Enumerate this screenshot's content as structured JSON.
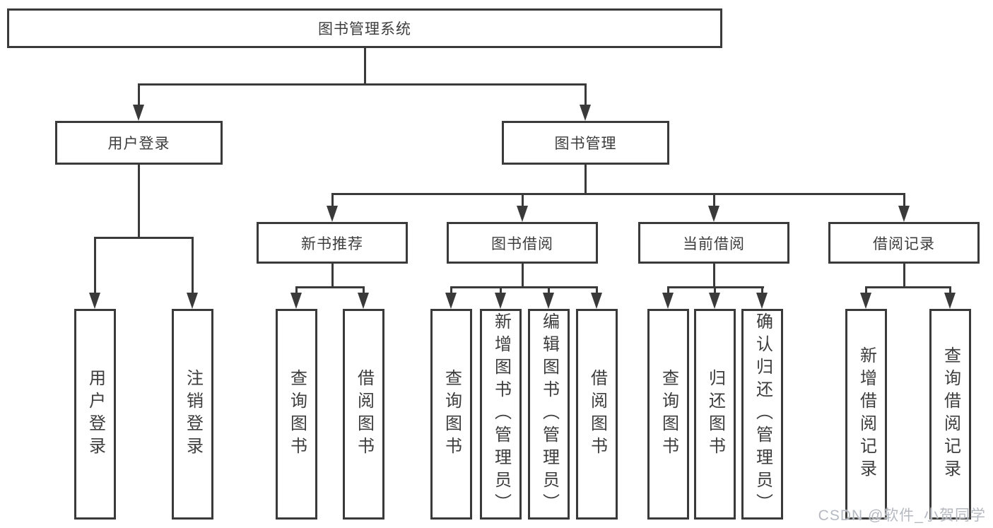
{
  "diagram": {
    "root": "图书管理系统",
    "level2": {
      "user_login": "用户登录",
      "book_management": "图书管理"
    },
    "level3": {
      "new_book_recommend": "新书推荐",
      "book_borrow": "图书借阅",
      "current_borrow": "当前借阅",
      "borrow_records": "借阅记录"
    },
    "leaves": {
      "user_login": [
        "用户登录",
        "注销登录"
      ],
      "new_book_recommend": [
        "查询图书",
        "借阅图书"
      ],
      "book_borrow": [
        "查询图书",
        "新增图书（管理员）",
        "编辑图书（管理员）",
        "借阅图书"
      ],
      "current_borrow": [
        "查询图书",
        "归还图书",
        "确认归还（管理员）"
      ],
      "borrow_records": [
        "新增借阅记录",
        "查询借阅记录"
      ]
    }
  },
  "watermark": "CSDN @软件_小贺同学",
  "colors": {
    "line": "#3a3a3a",
    "text": "#3d3d3d",
    "background": "#ffffff",
    "watermark": "#b5b9c1"
  }
}
